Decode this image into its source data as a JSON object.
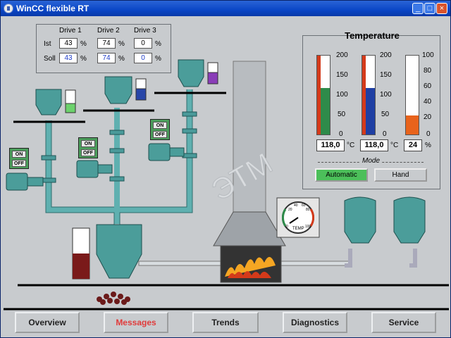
{
  "window": {
    "title": "WinCC flexible RT"
  },
  "drives": {
    "headers": [
      "Drive 1",
      "Drive 2",
      "Drive 3"
    ],
    "ist_label": "Ist",
    "soll_label": "Soll",
    "unit": "%",
    "ist": [
      "43",
      "74",
      "0"
    ],
    "soll": [
      "43",
      "74",
      "0"
    ]
  },
  "temperature": {
    "title": "Temperature",
    "gauges": [
      {
        "value": "118,0",
        "unit": "°C",
        "fill_color": "#2e8b4a",
        "fraction": 0.59,
        "scale": [
          "200",
          "150",
          "100",
          "50",
          "0"
        ]
      },
      {
        "value": "118,0",
        "unit": "°C",
        "fill_color": "#1f3fa3",
        "fraction": 0.59,
        "scale": [
          "200",
          "150",
          "100",
          "50",
          "0"
        ]
      },
      {
        "value": "24",
        "unit": "%",
        "fill_color": "#e8631c",
        "fraction": 0.24,
        "scale": [
          "100",
          "80",
          "60",
          "40",
          "20",
          "0"
        ]
      }
    ],
    "mode_label": "Mode",
    "automatic_label": "Automatic",
    "hand_label": "Hand"
  },
  "switches": {
    "on_label": "ON",
    "off_label": "OFF"
  },
  "dial": {
    "scale": [
      "20",
      "40",
      "60",
      "80",
      "0",
      "100"
    ],
    "label": "TEMP"
  },
  "nav": {
    "overview": "Overview",
    "messages": "Messages",
    "trends": "Trends",
    "diagnostics": "Diagnostics",
    "service": "Service"
  },
  "watermark": "ЭТМ",
  "colors": {
    "title_bar": "#0a46c6",
    "pipe": "#5fb0b0",
    "active_nav": "#e03b3b",
    "automatic_active": "#4cbf5a"
  }
}
